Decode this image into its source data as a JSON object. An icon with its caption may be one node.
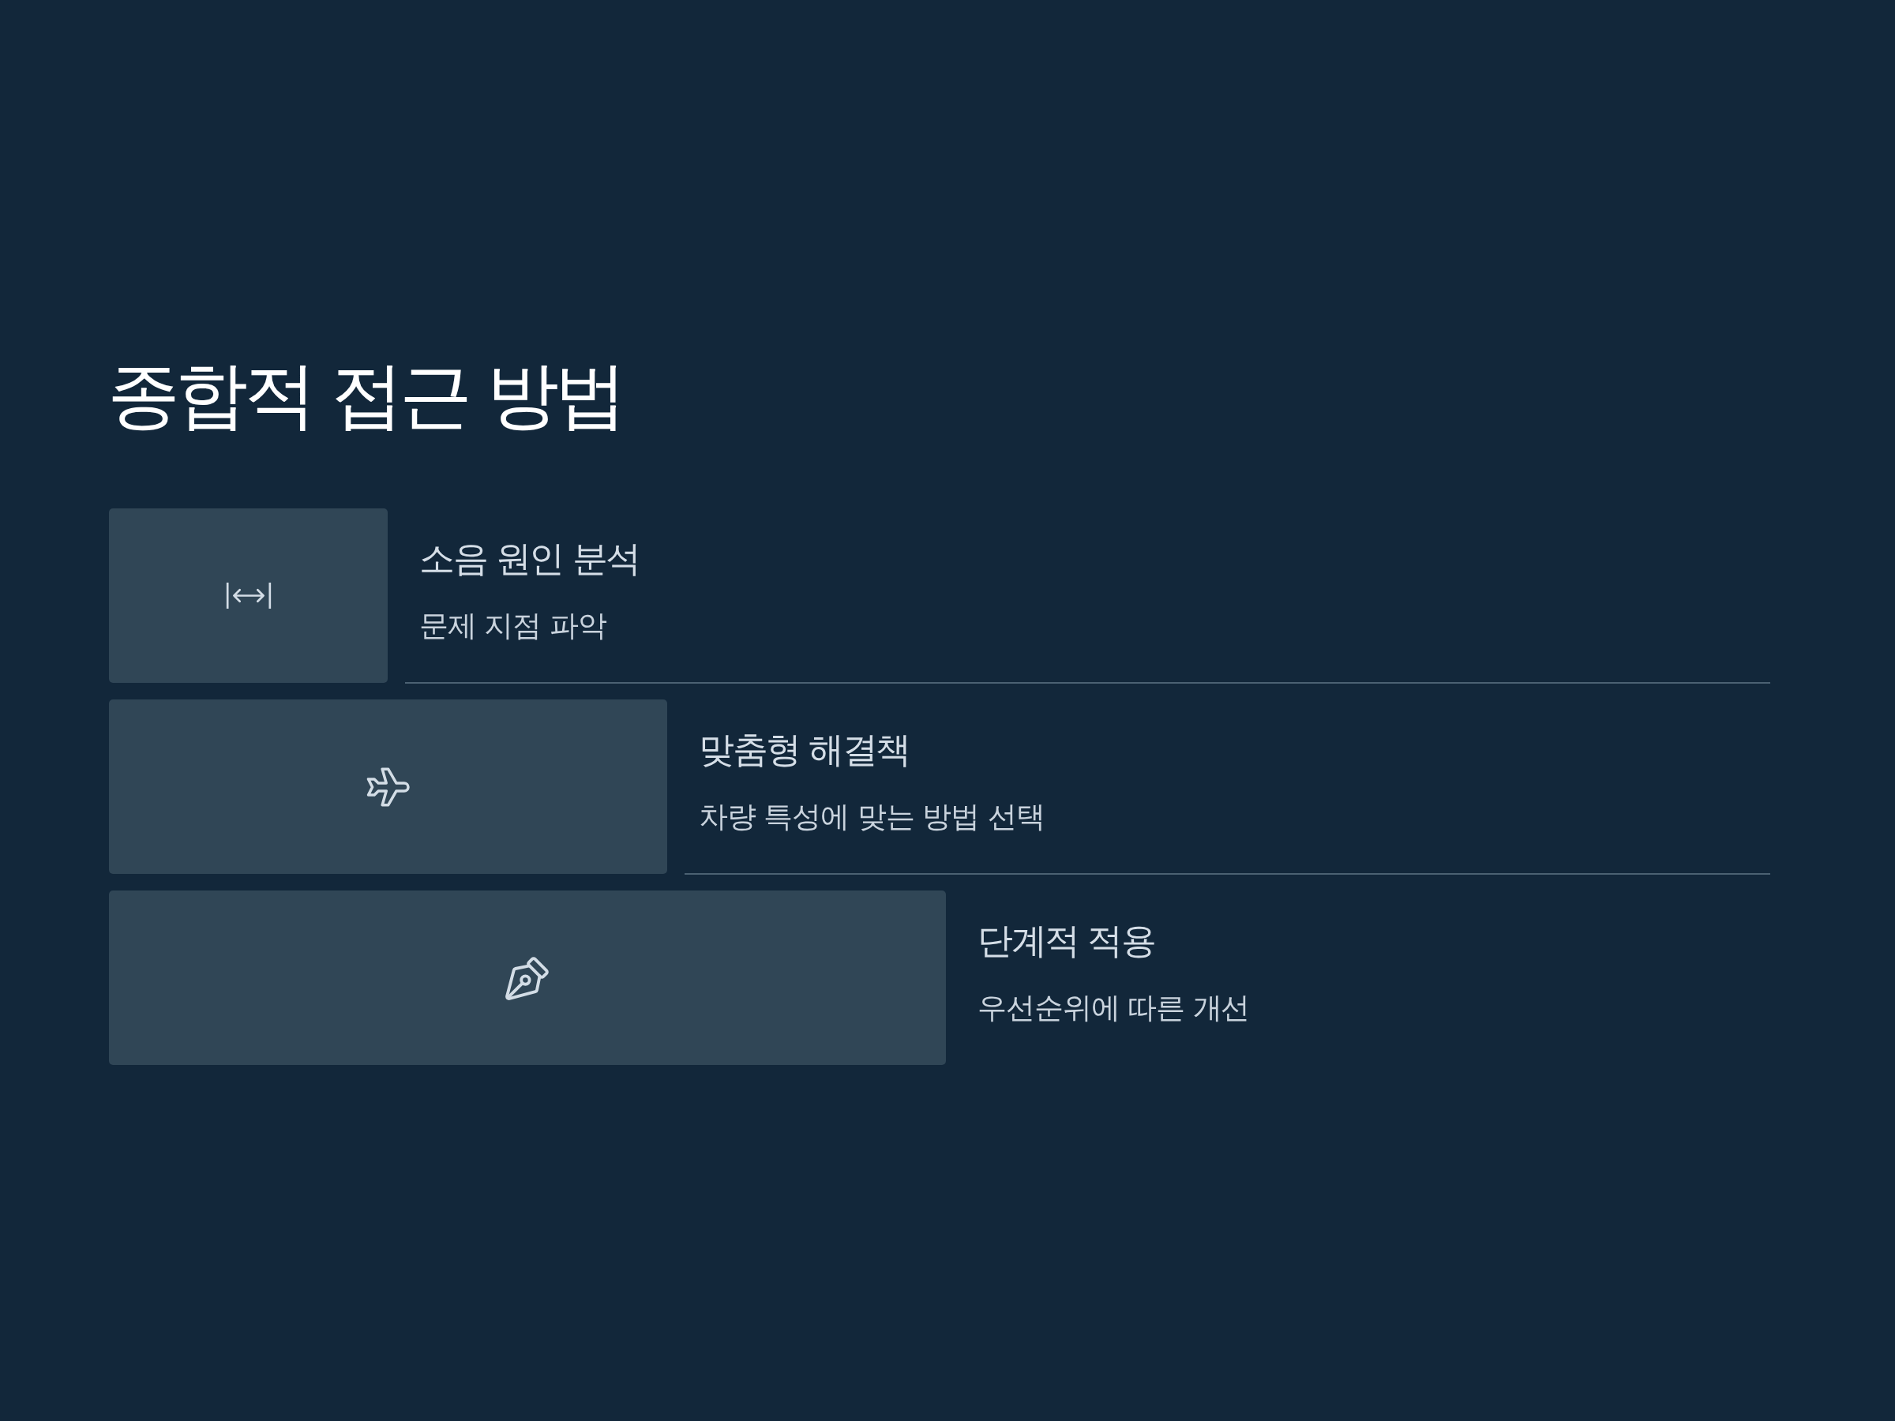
{
  "diagram": {
    "title": "종합적 접근 방법",
    "nodes": [
      {
        "text": [],
        "shape": "bar",
        "beside": [
          "소음 원인 분석",
          "문제 지점 파악"
        ]
      },
      {
        "text": [],
        "shape": "bar",
        "beside": [
          "맞춤형 해결책",
          "차량 특성에 맞는 방법 선택"
        ]
      },
      {
        "text": [],
        "shape": "bar",
        "beside": [
          "단계적 적용",
          "우선순위에 따른 개선"
        ]
      }
    ]
  }
}
